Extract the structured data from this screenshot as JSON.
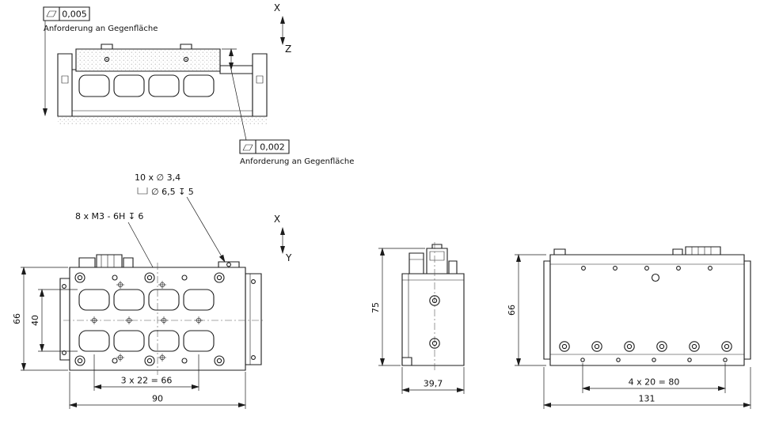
{
  "drawing": {
    "background": "#ffffff",
    "line_color": "#1c1c1c"
  },
  "tolerance_frames": {
    "upper": {
      "symbol": "flatness",
      "value": "0,005",
      "note": "Anforderung an Gegenfläche"
    },
    "lower": {
      "symbol": "flatness",
      "value": "0,002",
      "note": "Anforderung an Gegenfläche"
    }
  },
  "hole_callouts": {
    "count_diameter": "10 x ∅ 3,4",
    "counterbore": "∅ 6,5 ↧ 5",
    "thread": "8 x M3 - 6H ↧ 6"
  },
  "axes": {
    "upper": {
      "vertical_up": "X",
      "vertical_down": "Z"
    },
    "lower": {
      "vertical_up": "X",
      "vertical_down": "Y"
    }
  },
  "dimensions": {
    "plan": {
      "height": "66",
      "pocket_height": "40",
      "pitch": "3 x 22 = 66",
      "width": "90"
    },
    "front": {
      "height": "75",
      "width": "39,7"
    },
    "side": {
      "height": "66",
      "pitch": "4 x 20 = 80",
      "length": "131"
    }
  },
  "symbols": {
    "flatness": "▱",
    "counterbore": "⌴",
    "depth": "↧",
    "diameter": "∅"
  }
}
